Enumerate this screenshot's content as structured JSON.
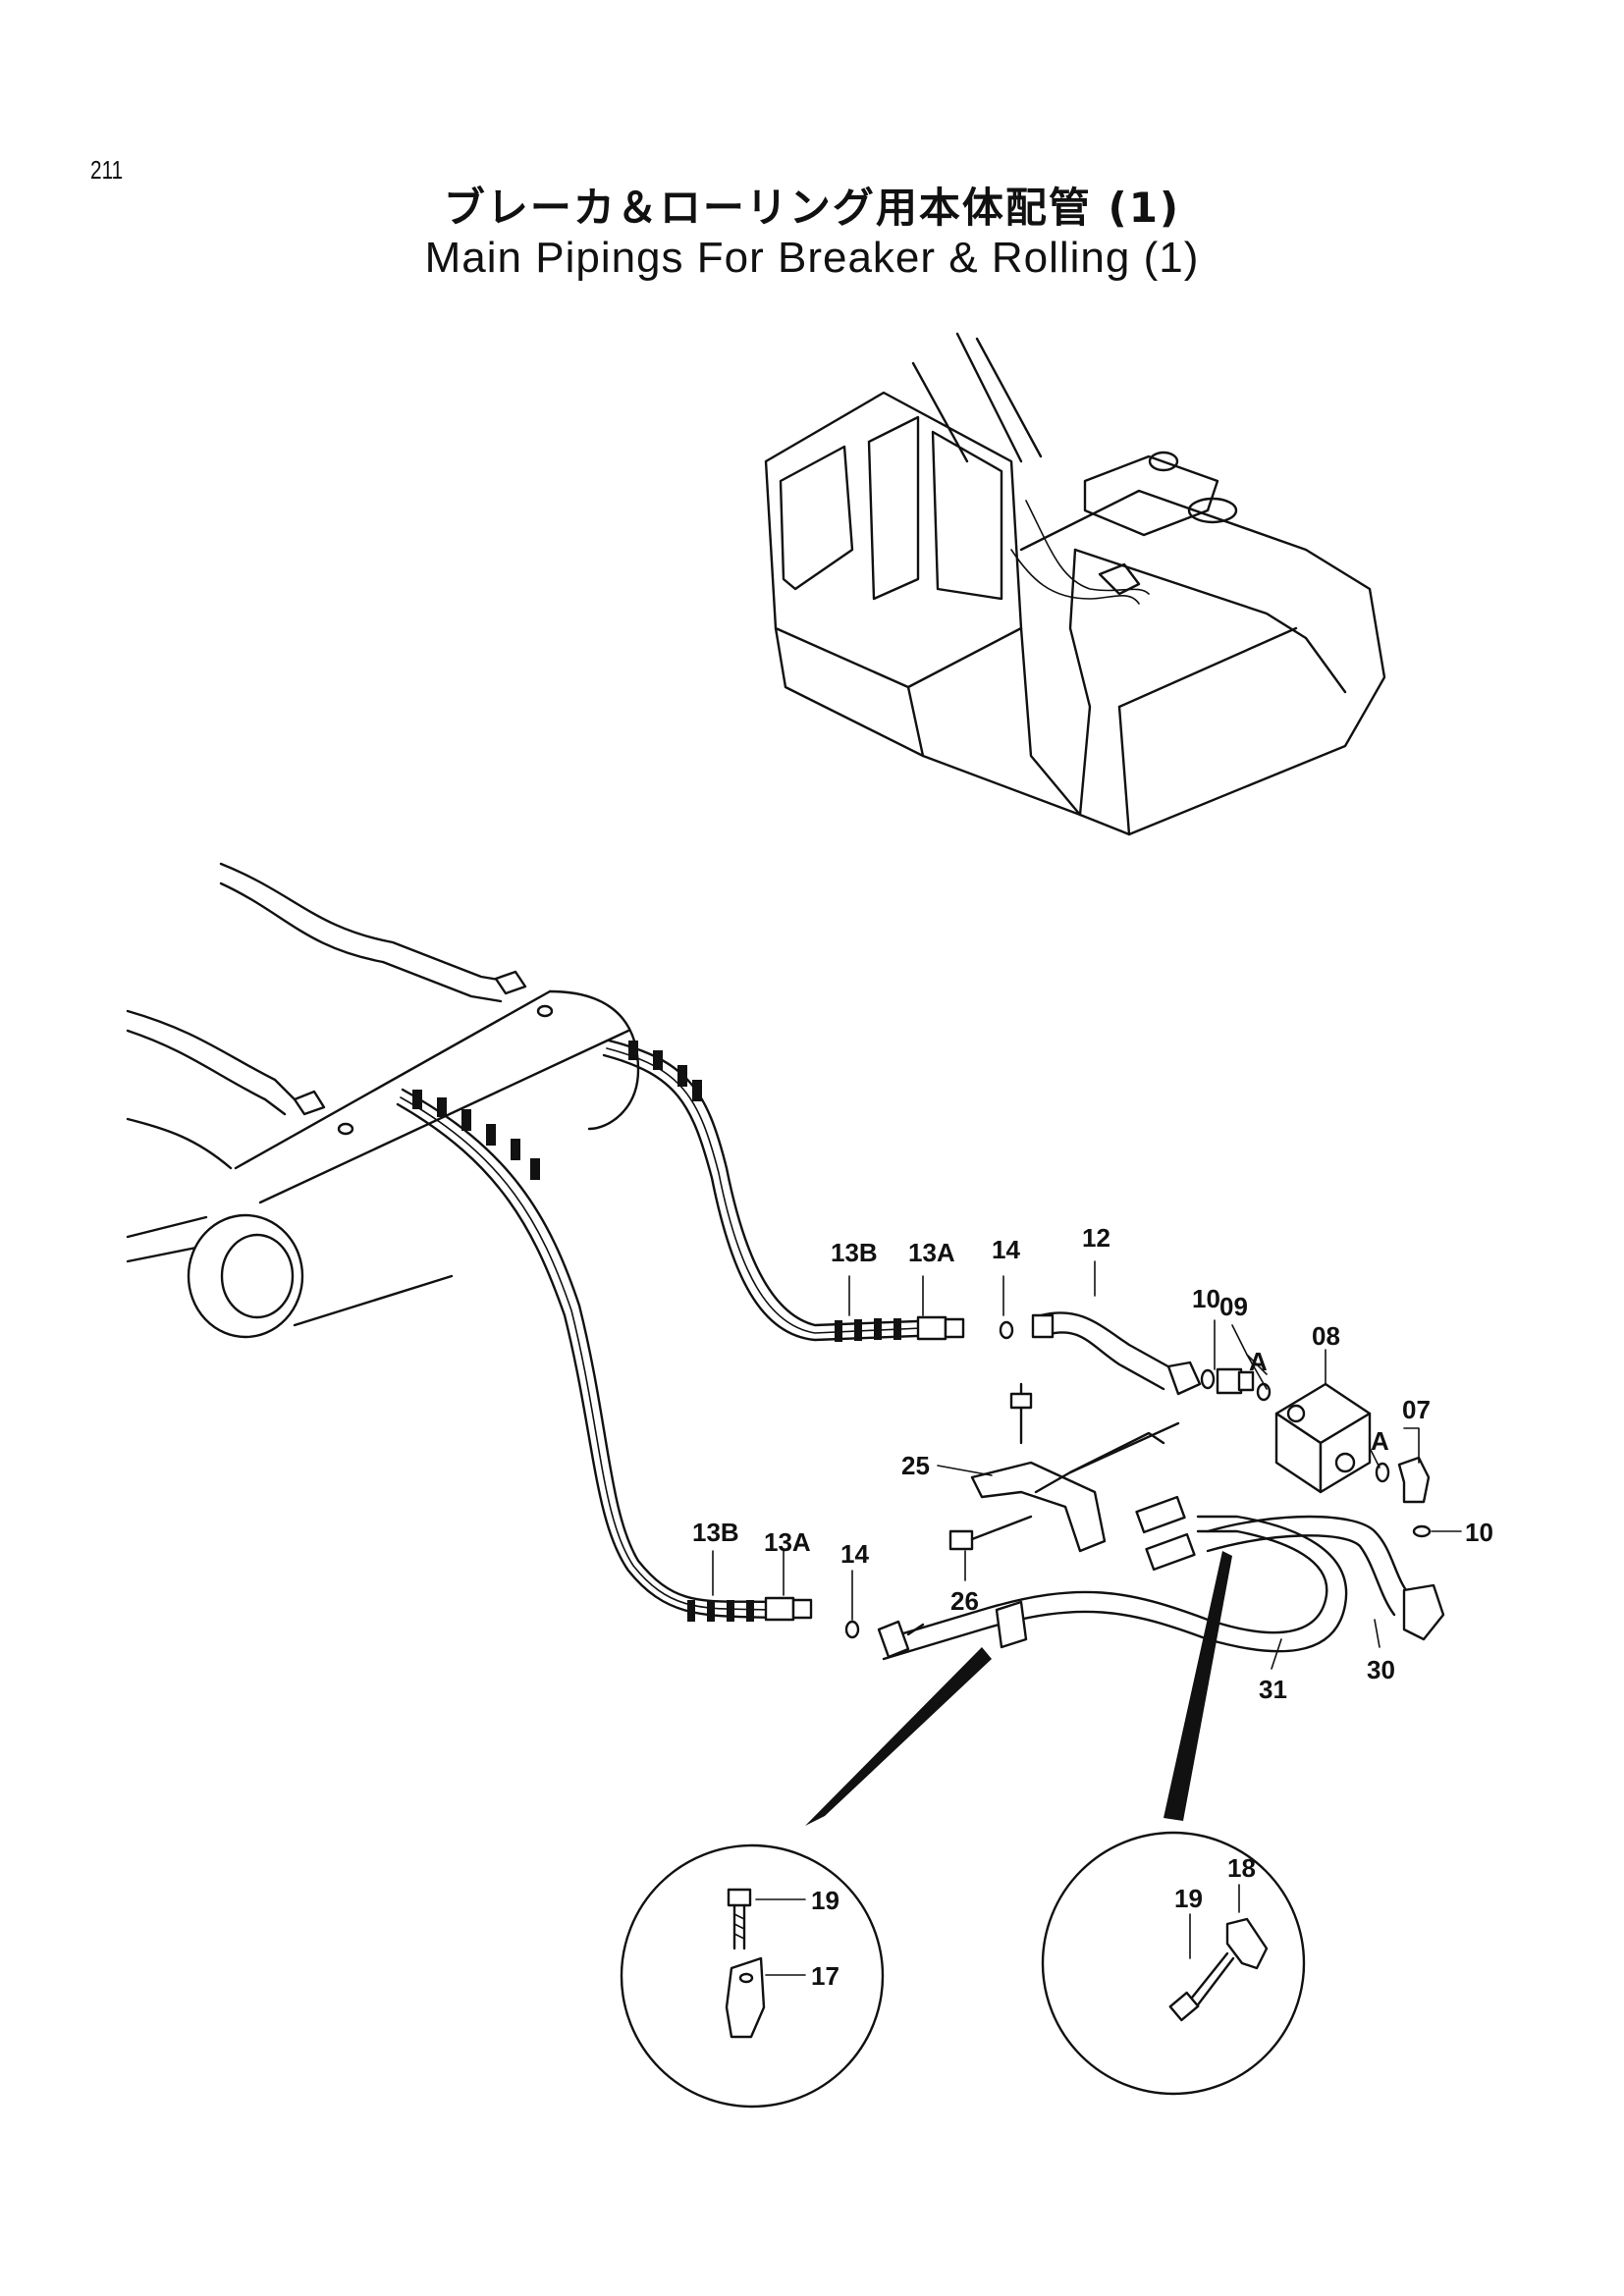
{
  "page_number": "211",
  "title_jp": "ブレーカ＆ローリング用本体配管 (1)",
  "title_en": "Main Pipings For Breaker & Rolling (1)",
  "callouts": [
    {
      "id": "c-13B-upper",
      "text": "13B"
    },
    {
      "id": "c-13A-upper",
      "text": "13A"
    },
    {
      "id": "c-14-upper",
      "text": "14"
    },
    {
      "id": "c-12",
      "text": "12"
    },
    {
      "id": "c-10-upper",
      "text": "10"
    },
    {
      "id": "c-09",
      "text": "09"
    },
    {
      "id": "c-A-upper",
      "text": "A"
    },
    {
      "id": "c-08",
      "text": "08"
    },
    {
      "id": "c-07",
      "text": "07"
    },
    {
      "id": "c-A-lower",
      "text": "A"
    },
    {
      "id": "c-10-lower",
      "text": "10"
    },
    {
      "id": "c-25",
      "text": "25"
    },
    {
      "id": "c-26",
      "text": "26"
    },
    {
      "id": "c-13B-lower",
      "text": "13B"
    },
    {
      "id": "c-13A-lower",
      "text": "13A"
    },
    {
      "id": "c-14-lower",
      "text": "14"
    },
    {
      "id": "c-31",
      "text": "31"
    },
    {
      "id": "c-30",
      "text": "30"
    },
    {
      "id": "c-19-left",
      "text": "19"
    },
    {
      "id": "c-17",
      "text": "17"
    },
    {
      "id": "c-18",
      "text": "18"
    },
    {
      "id": "c-19-right",
      "text": "19"
    }
  ]
}
